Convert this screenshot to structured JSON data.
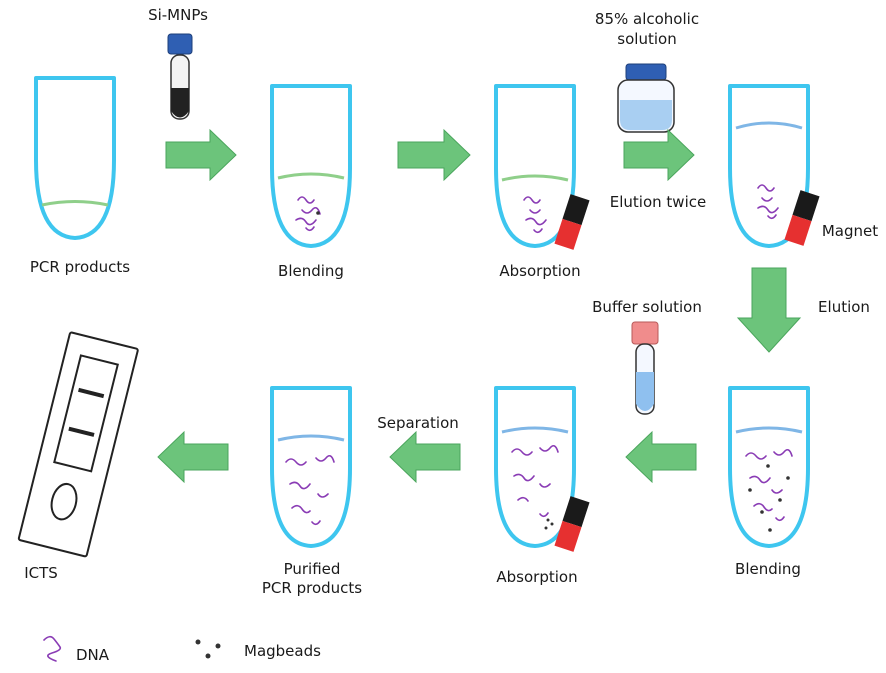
{
  "labels": {
    "si_mnps": "Si-MNPs",
    "pcr_products": "PCR products",
    "blending_1": "Blending",
    "absorption_1": "Absorption",
    "alcohol_line1": "85% alcoholic",
    "alcohol_line2": "solution",
    "elution_twice": "Elution twice",
    "magnet": "Magnet",
    "elution": "Elution",
    "buffer_solution": "Buffer solution",
    "blending_2": "Blending",
    "absorption_2": "Absorption",
    "separation": "Separation",
    "purified_line1": "Purified",
    "purified_line2": "PCR products",
    "icts": "ICTS"
  },
  "legend": {
    "dna": "DNA",
    "magbeads": "Magbeads"
  },
  "colors": {
    "tube": "#3ec6ef",
    "arrow": "#6cc47b",
    "dna": "#8a3cb5",
    "magnet_red": "#e63030",
    "magnet_black": "#1a1a1a"
  }
}
